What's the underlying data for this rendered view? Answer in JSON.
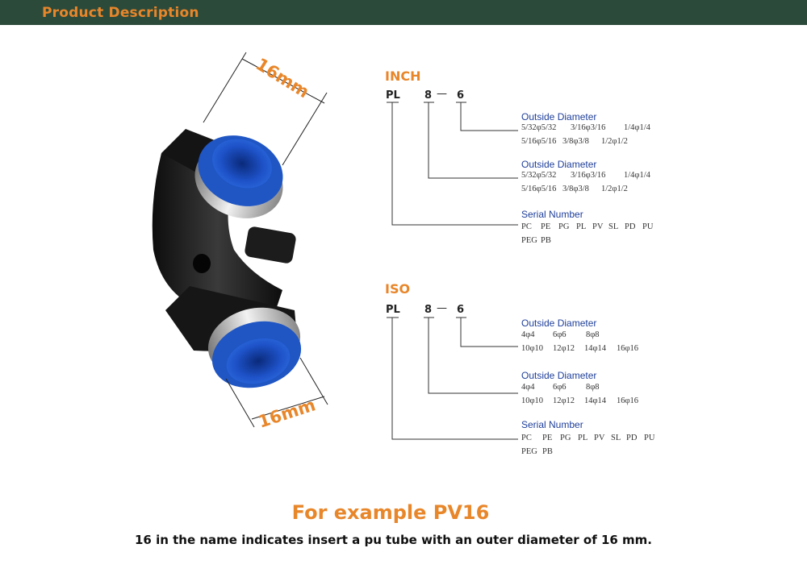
{
  "header": {
    "title": "Product Description"
  },
  "product": {
    "dim_top": "16mm",
    "dim_bottom": "16mm"
  },
  "inch": {
    "title": "INCH",
    "code": {
      "part1": "PL",
      "part2": "8",
      "dash": "—",
      "part3": "6"
    },
    "outside1": {
      "label": "Outside Diameter",
      "row1": [
        "5/32φ5/32",
        "3/16φ3/16",
        "1/4φ1/4"
      ],
      "row2": [
        "5/16φ5/16",
        "3/8φ3/8",
        "1/2φ1/2"
      ]
    },
    "outside2": {
      "label": "Outside Diameter",
      "row1": [
        "5/32φ5/32",
        "3/16φ3/16",
        "1/4φ1/4"
      ],
      "row2": [
        "5/16φ5/16",
        "3/8φ3/8",
        "1/2φ1/2"
      ]
    },
    "serial": {
      "label": "Serial Number",
      "row1": [
        "PC",
        "PE",
        "PG",
        "PL",
        "PV",
        "SL",
        "PD",
        "PU"
      ],
      "row2": [
        "PEG",
        "PB"
      ]
    }
  },
  "iso": {
    "title": "ISO",
    "code": {
      "part1": "PL",
      "part2": "8",
      "dash": "—",
      "part3": "6"
    },
    "outside1": {
      "label": "Outside Diameter",
      "row1": [
        "4φ4",
        "6φ6",
        "8φ8"
      ],
      "row2": [
        "10φ10",
        "12φ12",
        "14φ14",
        "16φ16"
      ]
    },
    "outside2": {
      "label": "Outside Diameter",
      "row1": [
        "4φ4",
        "6φ6",
        "8φ8"
      ],
      "row2": [
        "10φ10",
        "12φ12",
        "14φ14",
        "16φ16"
      ]
    },
    "serial": {
      "label": "Serial Number",
      "row1": [
        "PC",
        "PE",
        "PG",
        "PL",
        "PV",
        "SL",
        "PD",
        "PU"
      ],
      "row2": [
        "PEG",
        "PB"
      ]
    }
  },
  "example": {
    "title": "For example PV16",
    "caption": "16 in the name indicates insert a pu tube with an outer diameter of 16 mm."
  },
  "colors": {
    "header_bg": "#2c4a3a",
    "accent_orange": "#e8862a",
    "label_blue": "#1f3f9a",
    "fitting_blue": "#1f56c4"
  }
}
